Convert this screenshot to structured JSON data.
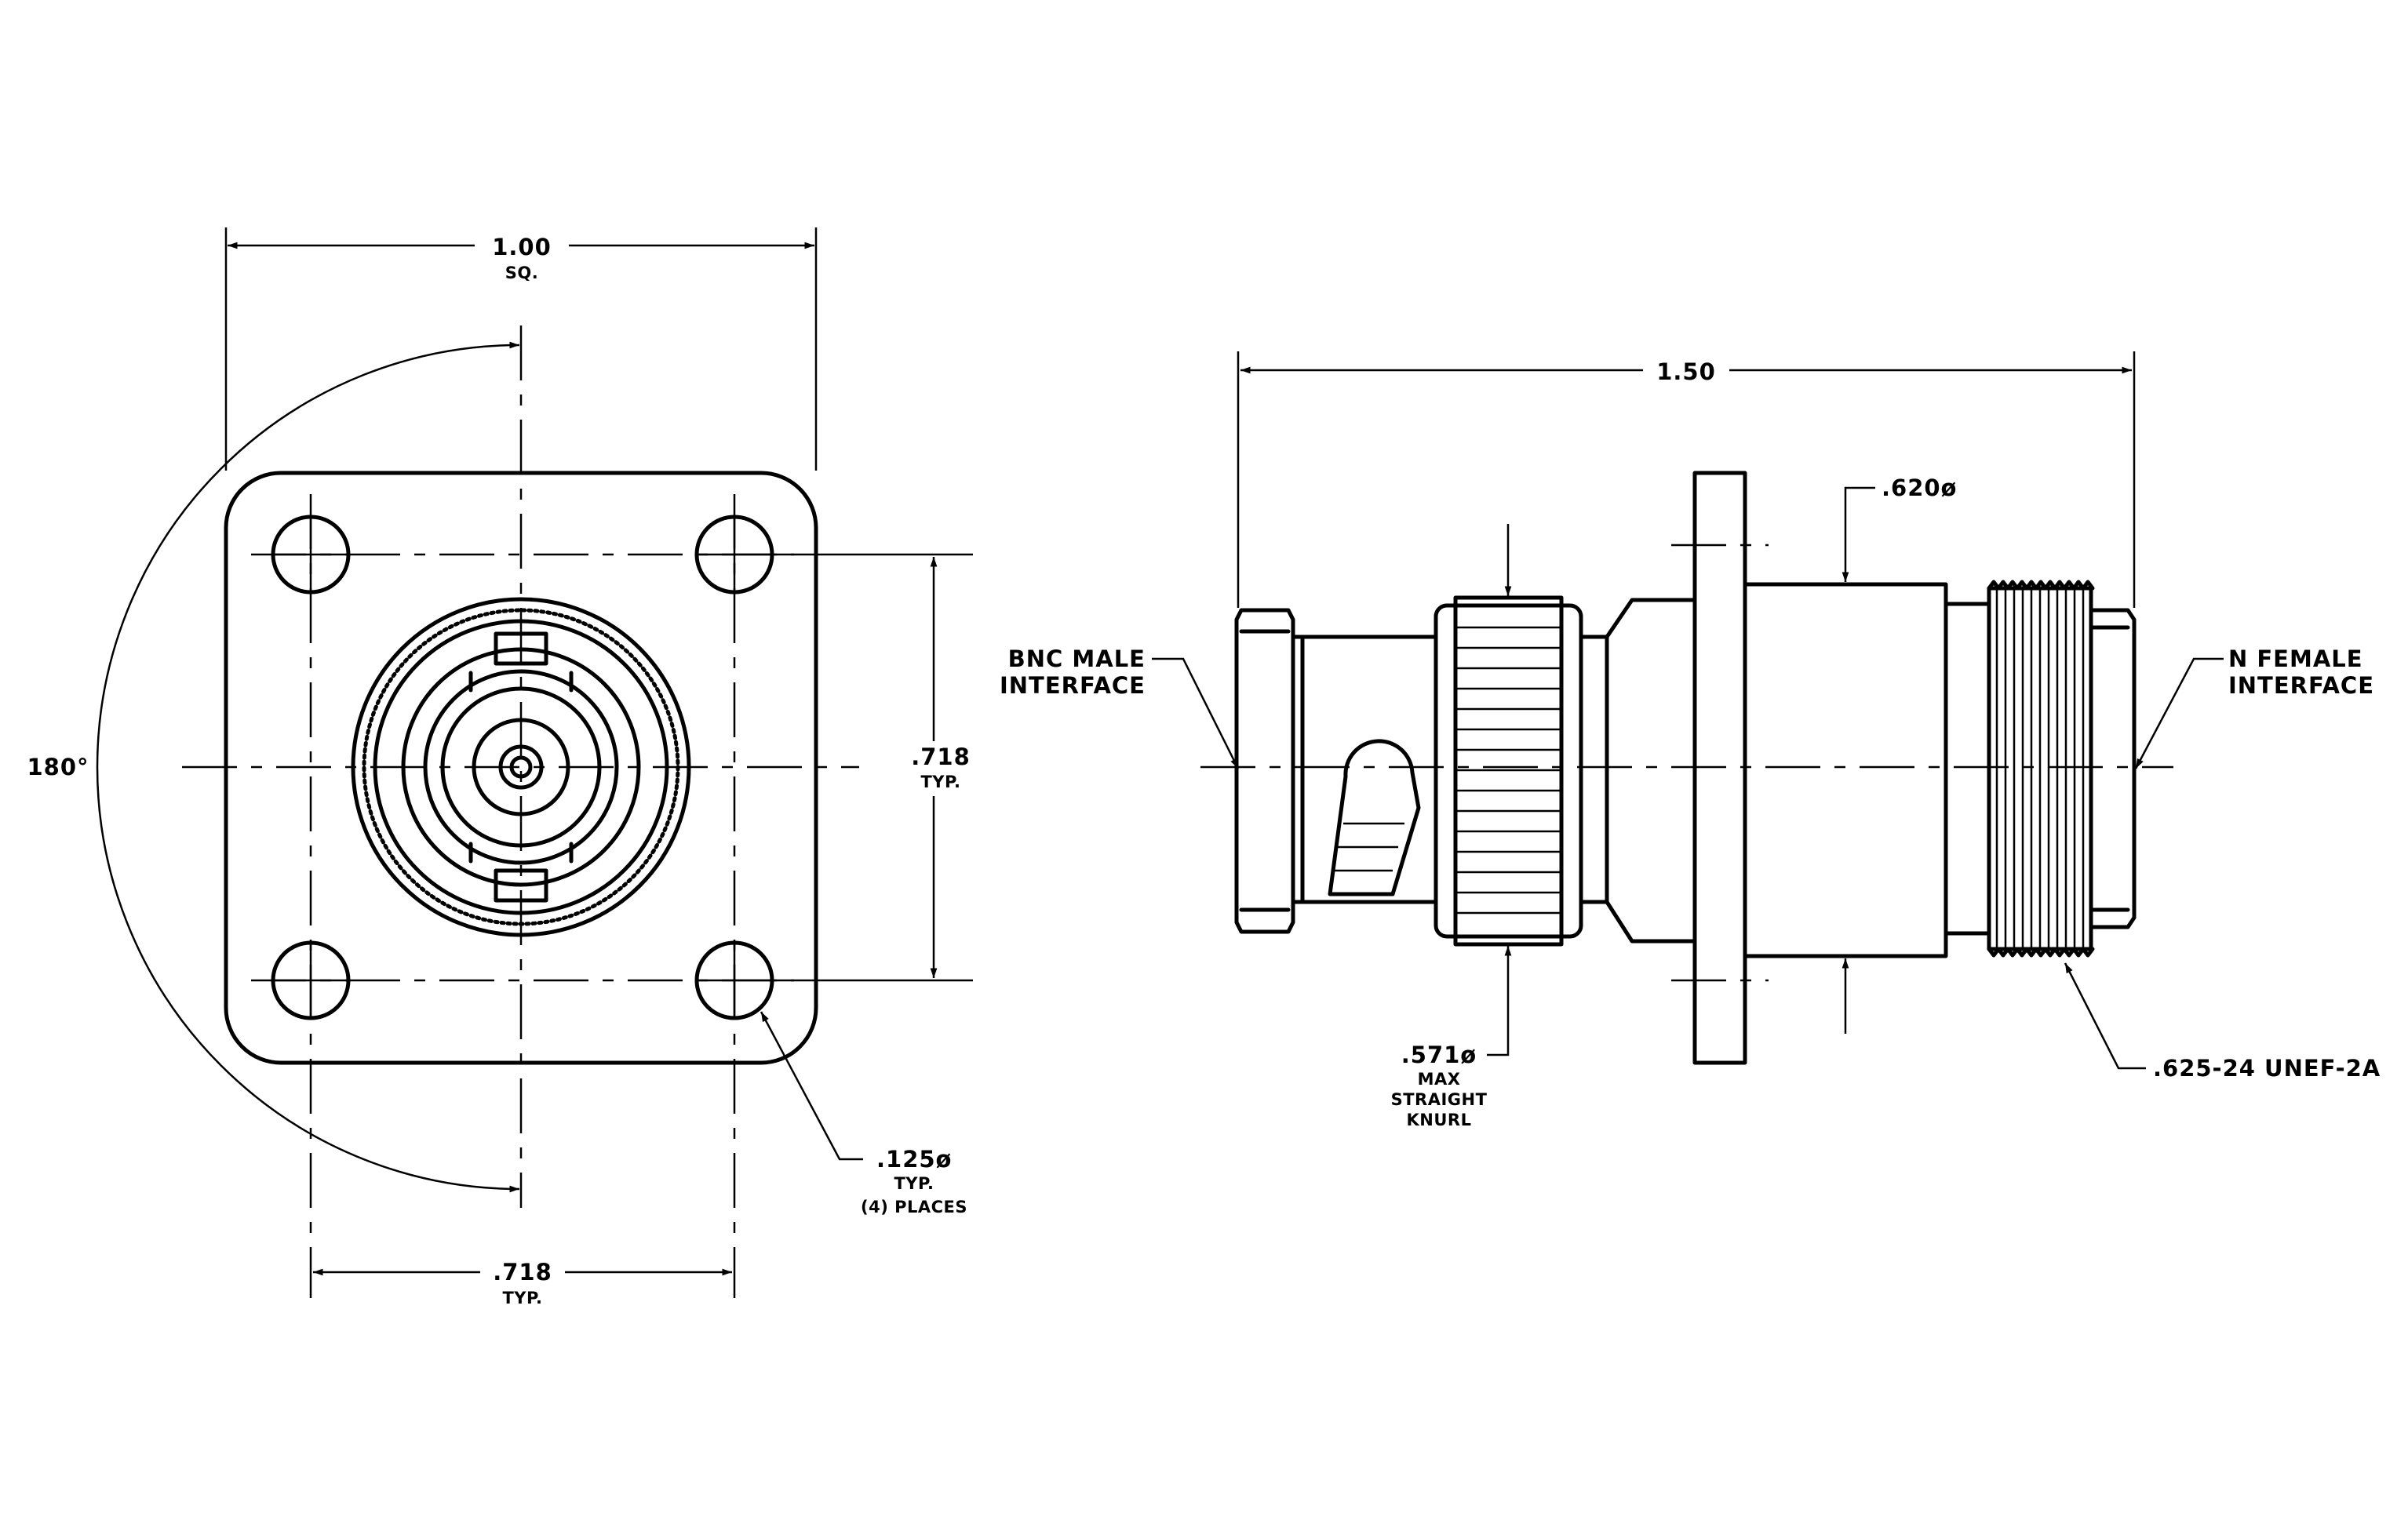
{
  "front_view": {
    "width_dim": ".1.00",
    "width_note": "SQ.",
    "angle_dim": "180°",
    "hole_spacing_vertical": ".718",
    "hole_spacing_vertical_note": "TYP.",
    "hole_spacing_horizontal": ".718",
    "hole_spacing_horizontal_note": "TYP.",
    "hole_dia": ".125ø",
    "hole_dia_note_1": "TYP.",
    "hole_dia_note_2": "(4)  PLACES"
  },
  "side_view": {
    "length_dim": "1.50",
    "body_dia": ".620ø",
    "knurl_dia": ".571ø",
    "knurl_note_1": "MAX",
    "knurl_note_2": "STRAIGHT",
    "knurl_note_3": "KNURL",
    "left_label_1": "BNC  MALE",
    "left_label_2": "INTERFACE",
    "right_label_1": "N  FEMALE",
    "right_label_2": "INTERFACE",
    "thread_spec": ".625-24  UNEF-2A"
  }
}
